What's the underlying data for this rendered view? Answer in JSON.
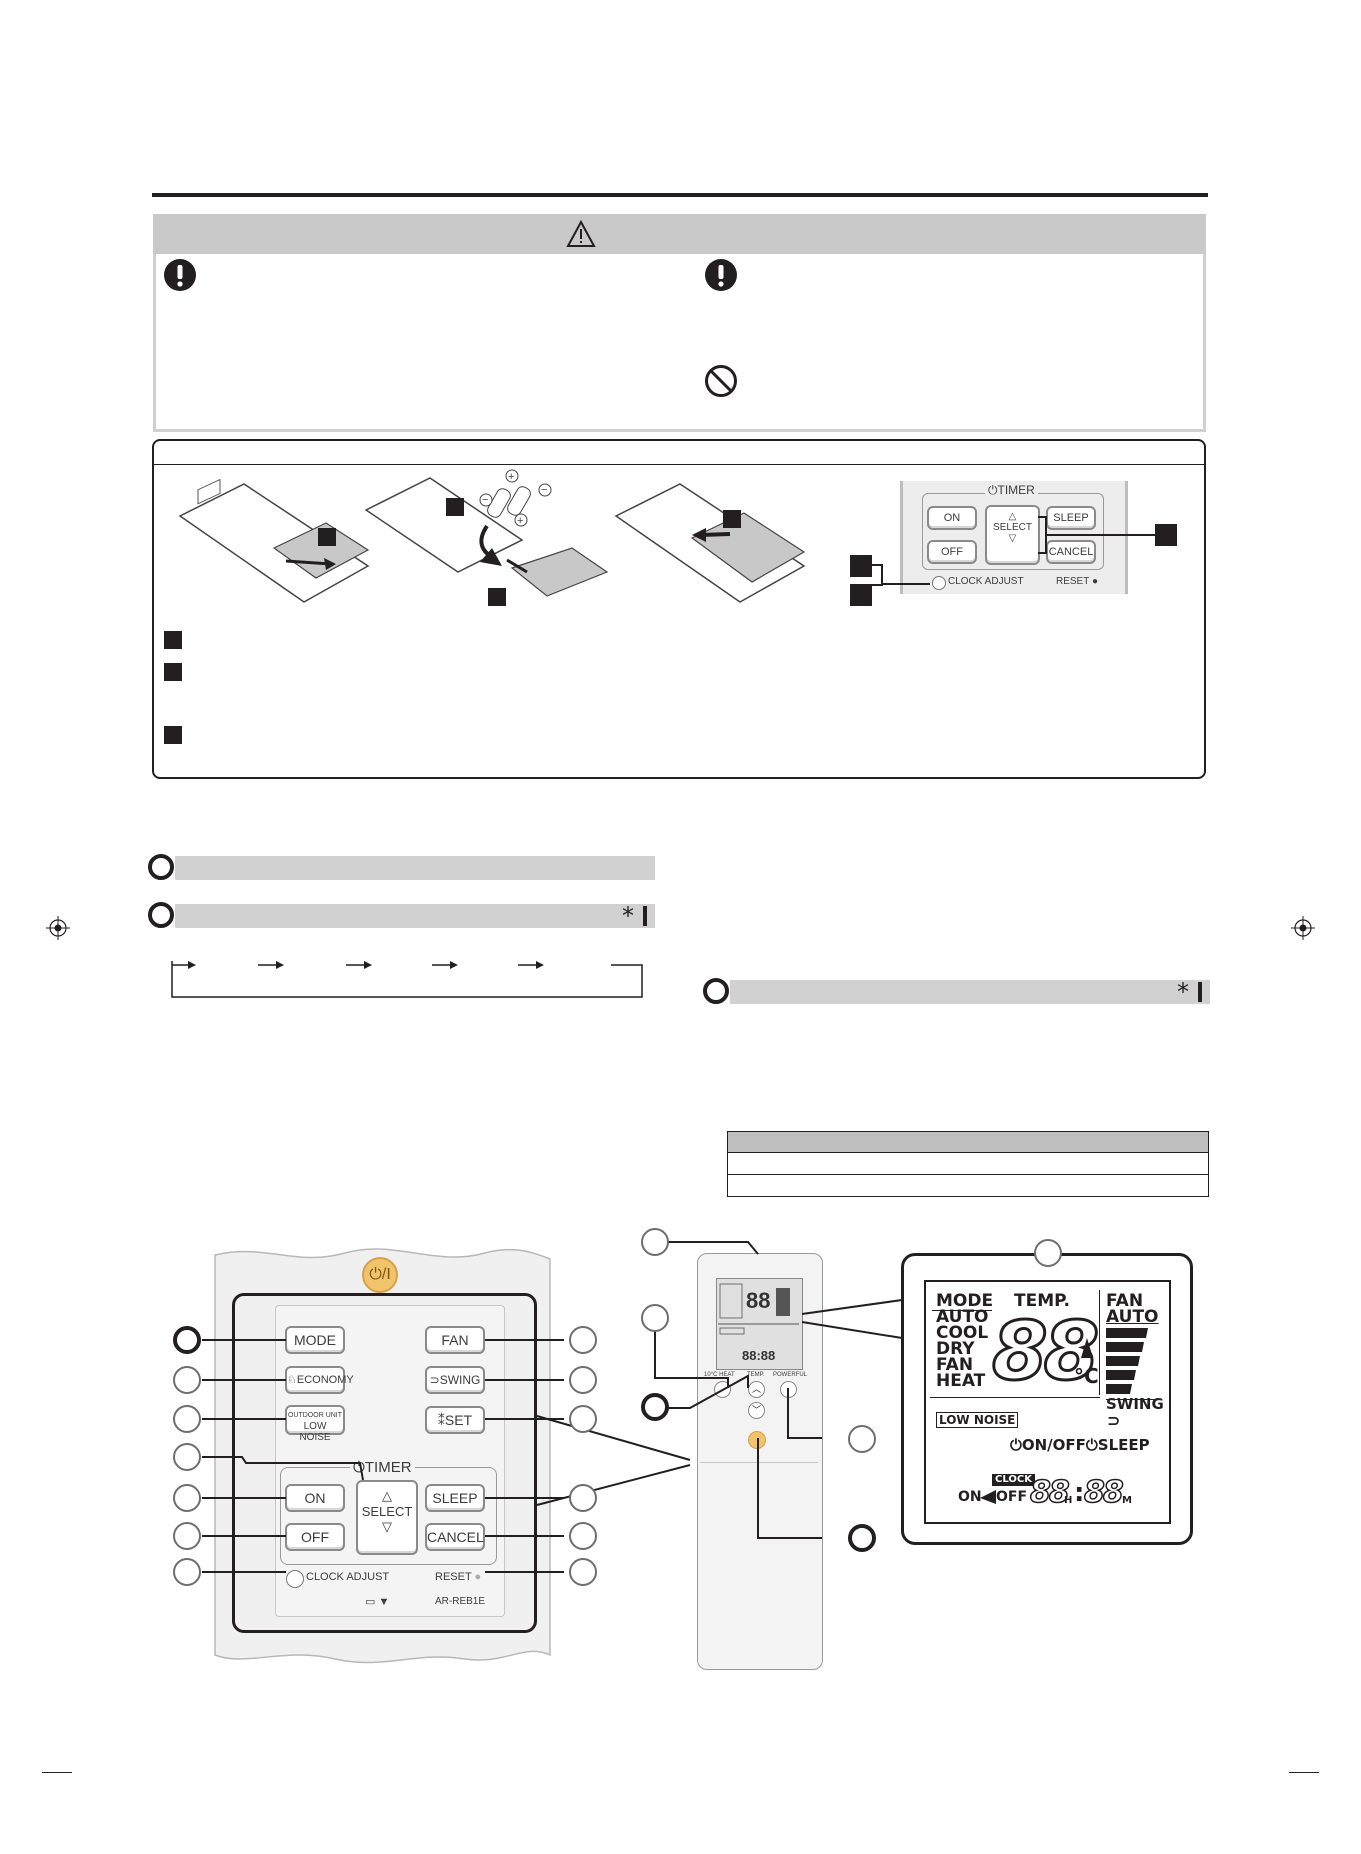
{
  "warning_box": {
    "icons": [
      "warning-triangle-icon",
      "mandatory-exclamation-icon",
      "mandatory-exclamation-icon",
      "prohibition-icon"
    ]
  },
  "battery_figure": {
    "remote_panel": {
      "timer_label": "TIMER",
      "on": "ON",
      "off": "OFF",
      "select": "SELECT",
      "sleep": "SLEEP",
      "cancel": "CANCEL",
      "clock_adjust": "CLOCK ADJUST",
      "reset": "RESET"
    }
  },
  "section_bars": {
    "star_text": "*"
  },
  "remote_main": {
    "buttons": {
      "mode": "MODE",
      "fan": "FAN",
      "economy": "ECONOMY",
      "swing": "SWING",
      "outdoor_unit": "OUTDOOR UNIT",
      "low_noise": "LOW NOISE",
      "set": "SET",
      "timer": "TIMER",
      "on": "ON",
      "off": "OFF",
      "select": "SELECT",
      "sleep": "SLEEP",
      "cancel": "CANCEL",
      "clock_adjust": "CLOCK ADJUST",
      "reset": "RESET",
      "model": "AR-REB1E"
    }
  },
  "remote_side": {
    "labels": {
      "ten_heat": "10°C HEAT",
      "temp": "TEMP.",
      "powerful": "POWERFUL"
    }
  },
  "lcd": {
    "mode_label": "MODE",
    "modes": [
      "AUTO",
      "COOL",
      "DRY",
      "FAN",
      "HEAT"
    ],
    "temp_label": "TEMP.",
    "temp_digits": "88",
    "unit": "°C",
    "fan_label": "FAN",
    "fan_auto": "AUTO",
    "swing": "SWING",
    "low_noise": "LOW NOISE",
    "on_off": "ON/OFF",
    "sleep": "SLEEP",
    "clock": "CLOCK",
    "on": "ON",
    "off": "OFF",
    "time_h": "88",
    "time_m": "88",
    "h": "H",
    "m": "M"
  }
}
